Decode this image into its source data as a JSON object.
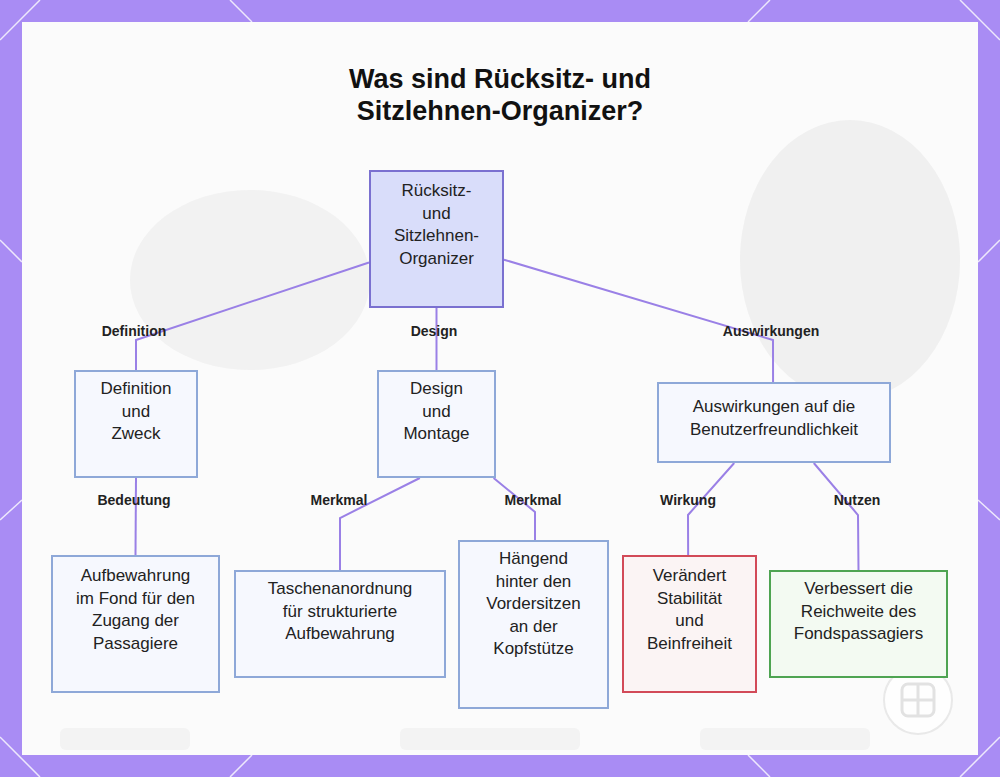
{
  "diagram": {
    "title": "Was sind Rücksitz- und Sitzlehnen-Organizer?",
    "nodes": [
      {
        "text": [
          "Rücksitz- und Sitzlehnen-Organizer"
        ]
      },
      {
        "text": [
          "Definition und Zweck"
        ]
      },
      {
        "text": [
          "Design und Montage"
        ]
      },
      {
        "text": [
          "Auswirkungen auf die Benutzerfreundlichkeit"
        ]
      },
      {
        "text": [
          "Aufbewahrung im Fond für den Zugang der Passagiere"
        ]
      },
      {
        "text": [
          "Taschenanordnung für strukturierte Aufbewahrung"
        ]
      },
      {
        "text": [
          "Hängend hinter den Vordersitzen an der Kopfstütze"
        ]
      },
      {
        "text": [
          "Verändert Stabilität und Beinfreiheit"
        ]
      },
      {
        "text": [
          "Verbessert die Reichweite des Fondspassagiers"
        ]
      }
    ],
    "edges": [
      {
        "from": 0,
        "to": 1,
        "label": "Definition",
        "arrow": "none"
      },
      {
        "from": 0,
        "to": 2,
        "label": "Design",
        "arrow": "none"
      },
      {
        "from": 0,
        "to": 3,
        "label": "Auswirkungen",
        "arrow": "none"
      },
      {
        "from": 1,
        "to": 4,
        "label": "Bedeutung",
        "arrow": "none"
      },
      {
        "from": 2,
        "to": 5,
        "label": "Merkmal",
        "arrow": "none"
      },
      {
        "from": 2,
        "to": 6,
        "label": "Merkmal",
        "arrow": "none"
      },
      {
        "from": 3,
        "to": 7,
        "label": "Wirkung",
        "arrow": "none"
      },
      {
        "from": 3,
        "to": 8,
        "label": "Nutzen",
        "arrow": "none"
      }
    ]
  }
}
